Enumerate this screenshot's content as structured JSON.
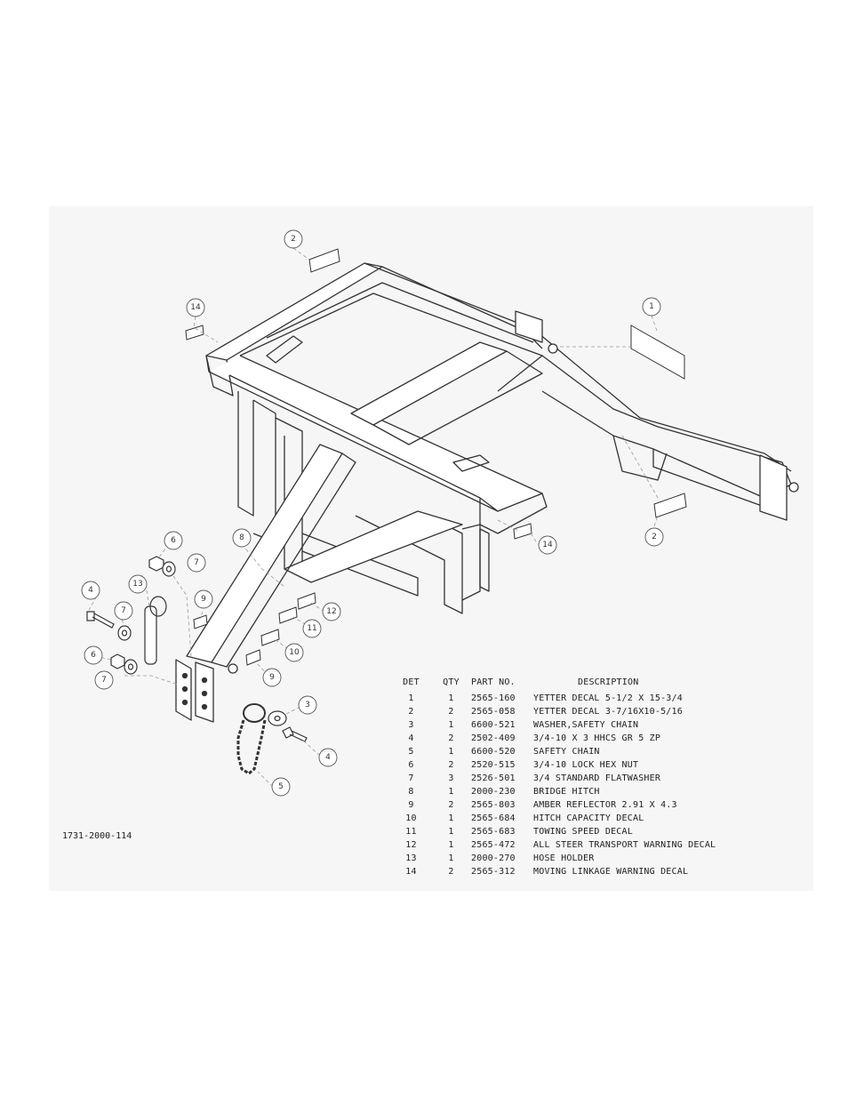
{
  "drawing_number": "1731-2000-114",
  "table": {
    "headers": {
      "det": "DET",
      "qty": "QTY",
      "part": "PART NO.",
      "desc": "DESCRIPTION"
    },
    "rows": [
      {
        "det": "1",
        "qty": "1",
        "part": "2565-160",
        "desc": "YETTER DECAL 5-1/2 X 15-3/4"
      },
      {
        "det": "2",
        "qty": "2",
        "part": "2565-058",
        "desc": "YETTER DECAL 3-7/16X10-5/16"
      },
      {
        "det": "3",
        "qty": "1",
        "part": "6600-521",
        "desc": "WASHER,SAFETY CHAIN"
      },
      {
        "det": "4",
        "qty": "2",
        "part": "2502-409",
        "desc": "3/4-10 X 3 HHCS GR 5 ZP"
      },
      {
        "det": "5",
        "qty": "1",
        "part": "6600-520",
        "desc": "SAFETY CHAIN"
      },
      {
        "det": "6",
        "qty": "2",
        "part": "2520-515",
        "desc": "3/4-10 LOCK HEX NUT"
      },
      {
        "det": "7",
        "qty": "3",
        "part": "2526-501",
        "desc": "3/4 STANDARD FLATWASHER"
      },
      {
        "det": "8",
        "qty": "1",
        "part": "2000-230",
        "desc": "BRIDGE HITCH"
      },
      {
        "det": "9",
        "qty": "2",
        "part": "2565-803",
        "desc": "AMBER REFLECTOR 2.91 X 4.3"
      },
      {
        "det": "10",
        "qty": "1",
        "part": "2565-684",
        "desc": "HITCH CAPACITY DECAL"
      },
      {
        "det": "11",
        "qty": "1",
        "part": "2565-683",
        "desc": "TOWING SPEED DECAL"
      },
      {
        "det": "12",
        "qty": "1",
        "part": "2565-472",
        "desc": "ALL STEER TRANSPORT WARNING DECAL"
      },
      {
        "det": "13",
        "qty": "1",
        "part": "2000-270",
        "desc": "HOSE HOLDER"
      },
      {
        "det": "14",
        "qty": "2",
        "part": "2565-312",
        "desc": "MOVING LINKAGE WARNING DECAL"
      }
    ]
  },
  "callouts": {
    "c1": "1",
    "c2a": "2",
    "c2b": "2",
    "c3": "3",
    "c4a": "4",
    "c4b": "4",
    "c5": "5",
    "c6a": "6",
    "c6b": "6",
    "c7a": "7",
    "c7b": "7",
    "c7c": "7",
    "c8": "8",
    "c9a": "9",
    "c9b": "9",
    "c10": "10",
    "c11": "11",
    "c12": "12",
    "c13": "13",
    "c14a": "14",
    "c14b": "14"
  }
}
